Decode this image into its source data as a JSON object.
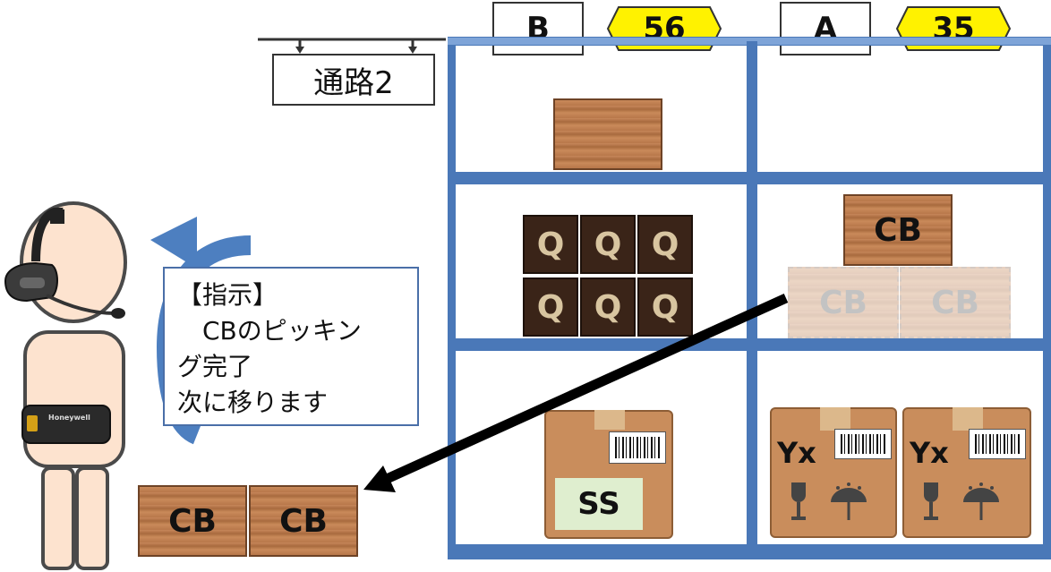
{
  "aisle": {
    "label": "通路2"
  },
  "columns": [
    {
      "label": "B",
      "number": "56"
    },
    {
      "label": "A",
      "number": "35"
    }
  ],
  "boxes": {
    "q_label": "Q",
    "cb_label": "CB",
    "ss_label": "SS",
    "yx_label": "Yx"
  },
  "instruction": {
    "line1": "【指示】",
    "line2": "　CBのピッキン",
    "line3": "グ完了",
    "line4": "次に移ります"
  },
  "device_brand": "Honeywell",
  "colors": {
    "shelf_blue": "#4a78b8",
    "hex_yellow": "#fff200",
    "arrow_blue": "#4d7fc0"
  }
}
